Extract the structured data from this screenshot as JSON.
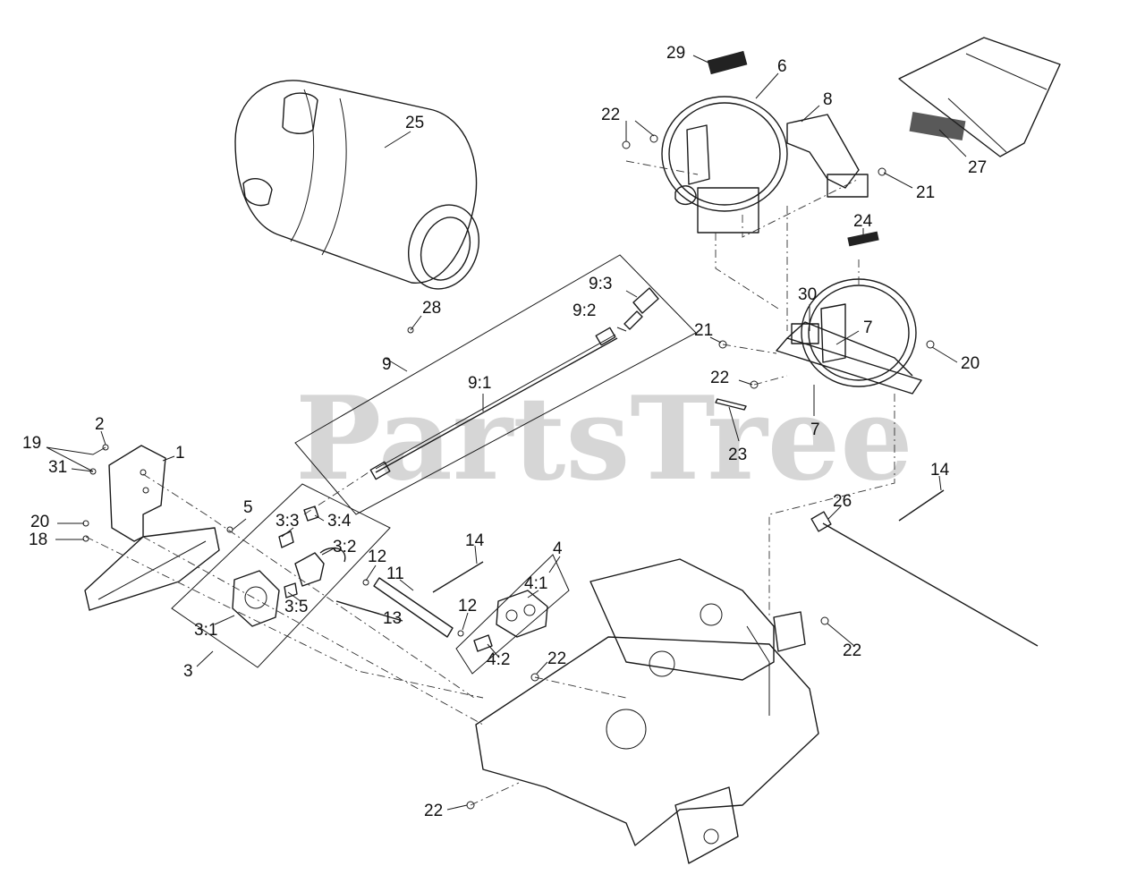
{
  "watermark": "PartsTree",
  "labels": [
    {
      "id": "25",
      "text": "25"
    },
    {
      "id": "28",
      "text": "28"
    },
    {
      "id": "29",
      "text": "29"
    },
    {
      "id": "6",
      "text": "6"
    },
    {
      "id": "8",
      "text": "8"
    },
    {
      "id": "22a",
      "text": "22"
    },
    {
      "id": "21a",
      "text": "21"
    },
    {
      "id": "27",
      "text": "27"
    },
    {
      "id": "24",
      "text": "24"
    },
    {
      "id": "30",
      "text": "30"
    },
    {
      "id": "7a",
      "text": "7"
    },
    {
      "id": "7b",
      "text": "7"
    },
    {
      "id": "21b",
      "text": "21"
    },
    {
      "id": "20a",
      "text": "20"
    },
    {
      "id": "22b",
      "text": "22"
    },
    {
      "id": "23",
      "text": "23"
    },
    {
      "id": "9",
      "text": "9"
    },
    {
      "id": "9_1",
      "text": "9:1"
    },
    {
      "id": "9_2",
      "text": "9:2"
    },
    {
      "id": "9_3",
      "text": "9:3"
    },
    {
      "id": "19",
      "text": "19"
    },
    {
      "id": "2",
      "text": "2"
    },
    {
      "id": "1",
      "text": "1"
    },
    {
      "id": "31",
      "text": "31"
    },
    {
      "id": "20b",
      "text": "20"
    },
    {
      "id": "18",
      "text": "18"
    },
    {
      "id": "5",
      "text": "5"
    },
    {
      "id": "3_3",
      "text": "3:3"
    },
    {
      "id": "3_4",
      "text": "3:4"
    },
    {
      "id": "3_2",
      "text": "3:2"
    },
    {
      "id": "3_5",
      "text": "3:5"
    },
    {
      "id": "3_1",
      "text": "3:1"
    },
    {
      "id": "3",
      "text": "3"
    },
    {
      "id": "12a",
      "text": "12"
    },
    {
      "id": "11",
      "text": "11"
    },
    {
      "id": "14a",
      "text": "14"
    },
    {
      "id": "13",
      "text": "13"
    },
    {
      "id": "12b",
      "text": "12"
    },
    {
      "id": "4",
      "text": "4"
    },
    {
      "id": "4_1",
      "text": "4:1"
    },
    {
      "id": "4_2",
      "text": "4:2"
    },
    {
      "id": "22c",
      "text": "22"
    },
    {
      "id": "14b",
      "text": "14"
    },
    {
      "id": "26",
      "text": "26"
    },
    {
      "id": "22d",
      "text": "22"
    },
    {
      "id": "22e",
      "text": "22"
    }
  ]
}
